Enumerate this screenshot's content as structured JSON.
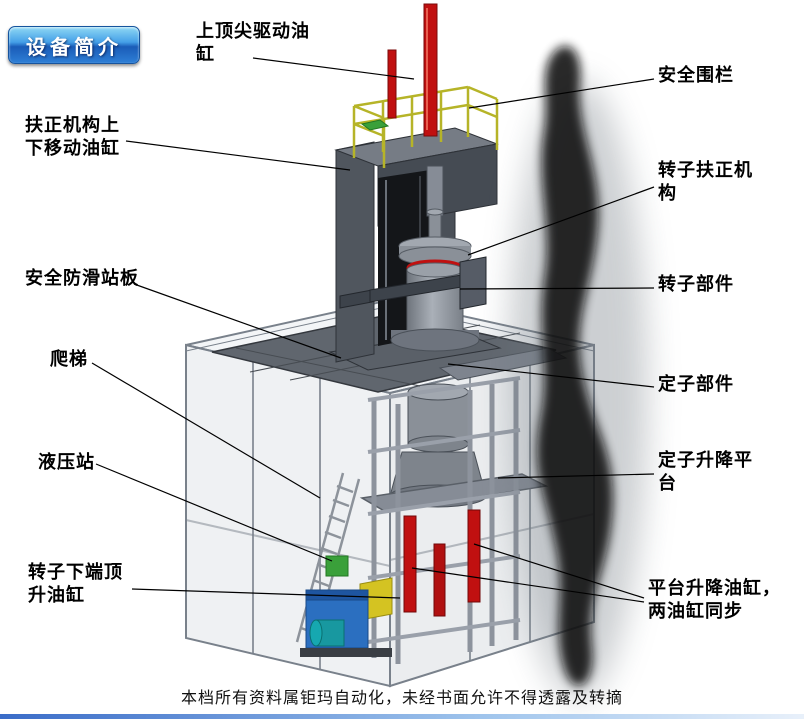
{
  "badge": {
    "label": "设备简介"
  },
  "labels": {
    "top_spindle_cylinder": "上顶尖驱动油\n缸",
    "safety_fence": "安全围栏",
    "righting_move_cylinder": "扶正机构上\n下移动油缸",
    "rotor_righting_mechanism": "转子扶正机\n构",
    "anti_slip_platform": "安全防滑站板",
    "rotor_component": "转子部件",
    "ladder": "爬梯",
    "stator_component": "定子部件",
    "hydraulic_station": "液压站",
    "stator_lift_platform": "定子升降平\n台",
    "rotor_bottom_jack_cylinder": "转子下端顶\n升油缸",
    "platform_lift_cylinders": "平台升降油缸，\n两油缸同步"
  },
  "footer": {
    "text": "本档所有资料属钜玛自动化，未经书面允许不得透露及转摘"
  },
  "colors": {
    "badge_blue": "#2e7fd6",
    "cylinder_red": "#c01010",
    "railing_yellow": "#b6b428",
    "hydraulic_blue": "#2b6fc0",
    "frame_gray": "#5a6068"
  }
}
